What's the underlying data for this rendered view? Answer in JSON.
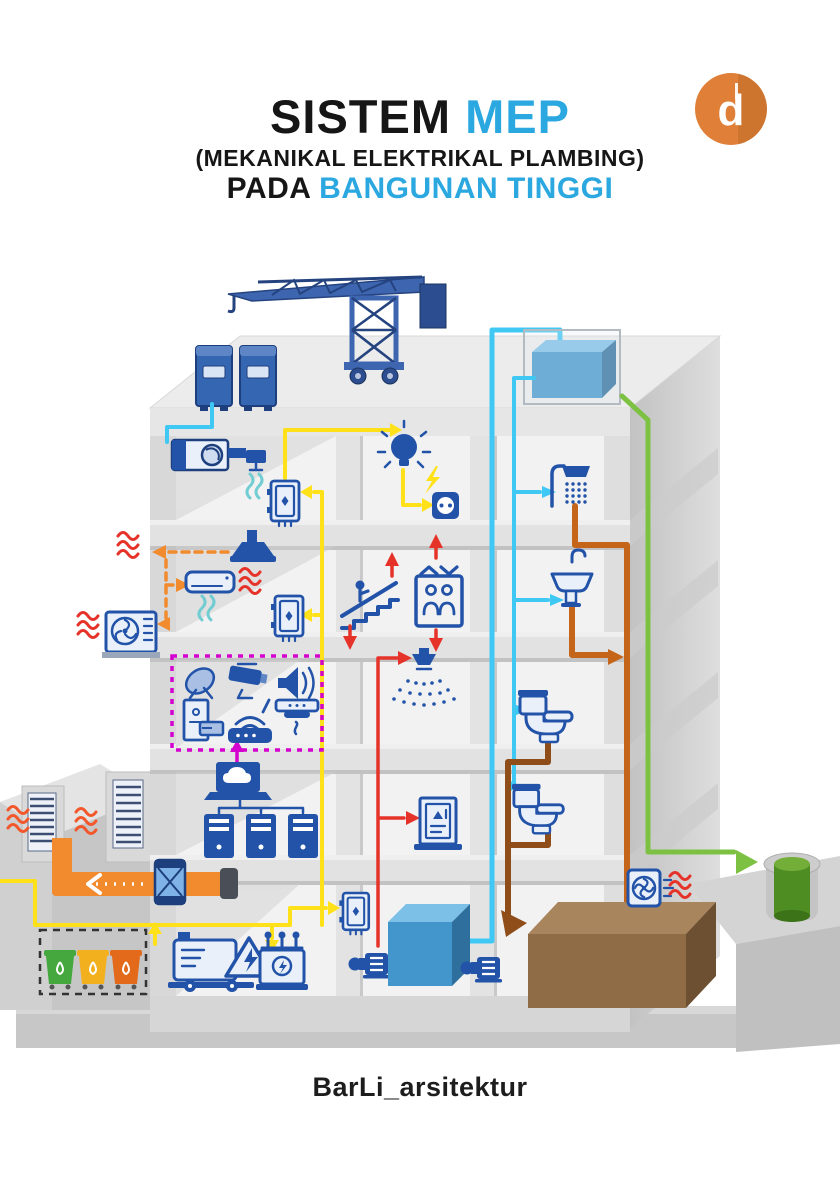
{
  "header": {
    "title_part1": "SISTEM",
    "title_part2": "MEP",
    "subtitle": "(MEKANIKAL ELEKTRIKAL PLAMBING)",
    "line3_part1": "PADA",
    "line3_part2": "BANGUNAN TINGGI"
  },
  "logo": {
    "letter": "d"
  },
  "footer": {
    "credit": "BarLi_arsitektur"
  },
  "palette": {
    "ink": "#161616",
    "titleBlue": "#2BA8E0",
    "logoOrange": "#E08038",
    "blue": "#2253a8",
    "navy": "#173f85",
    "cyan": "#3FC8F4",
    "yellow": "#FFE11A",
    "red": "#E6332A",
    "orange": "#F28A2E",
    "waste": "#C4651A",
    "sewage": "#8F4D1A",
    "septicFront": "#8f6b46",
    "septicTop": "#a9855d",
    "septicSide": "#6d4f31",
    "green": "#7DC142",
    "wellGreen": "#4E8D22",
    "magenta": "#D402CE",
    "tankBlue": "#4296cc"
  },
  "diagram": {
    "icon_names": [
      "tower-crane-icon",
      "cooling-unit-icon",
      "rooftop-water-tank-icon",
      "ahu-unit-icon",
      "light-bulb-icon",
      "electrical-panel-icon",
      "power-socket-icon",
      "shower-icon",
      "kitchen-hood-icon",
      "split-ac-indoor-icon",
      "split-ac-outdoor-icon",
      "escalator-icon",
      "elevator-icon",
      "sink-icon",
      "satellite-dish-icon",
      "cctv-camera-icon",
      "speaker-icon",
      "access-control-icon",
      "wifi-router-icon",
      "smoke-detector-icon",
      "fire-sprinkler-icon",
      "server-rack-icon",
      "hydrant-box-icon",
      "toilet-icon",
      "exhaust-louver-icon",
      "exhaust-duct-fan-icon",
      "waste-bin-icon",
      "generator-icon",
      "transformer-icon",
      "fire-pump-icon",
      "transfer-pump-icon",
      "ground-water-tank-icon",
      "septic-tank-icon",
      "exhaust-fan-icon",
      "infiltration-well-icon",
      "heat-waves-icon"
    ],
    "pipe_names": [
      "chilled-water-pipe",
      "clean-water-riser-pipe",
      "water-distribution-pipe",
      "electrical-cable",
      "fire-protection-pipe",
      "waste-water-pipe",
      "sewage-pipe",
      "rainwater-pipe",
      "data-network-cable",
      "refrigerant-line",
      "exhaust-duct"
    ]
  }
}
